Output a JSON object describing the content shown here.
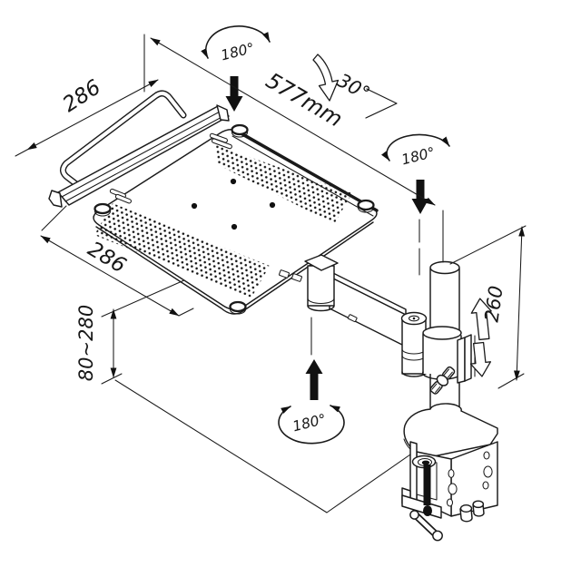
{
  "figure": {
    "kind": "technical-illustration",
    "subject": "notebook / laptop desk-mount arm with tray, pole and desk clamp",
    "background_color": "#ffffff",
    "line_color": "#1a1a1a"
  },
  "labels": {
    "dim_286_top": "286",
    "dim_577": "577mm",
    "dim_286_bottom": "286",
    "dim_height_range": "80~280",
    "dim_pole_height": "260",
    "rot_tray": "180°",
    "rot_arm_top": "180°",
    "rot_arm_bottom": "180°",
    "tilt_angle": "30°"
  }
}
